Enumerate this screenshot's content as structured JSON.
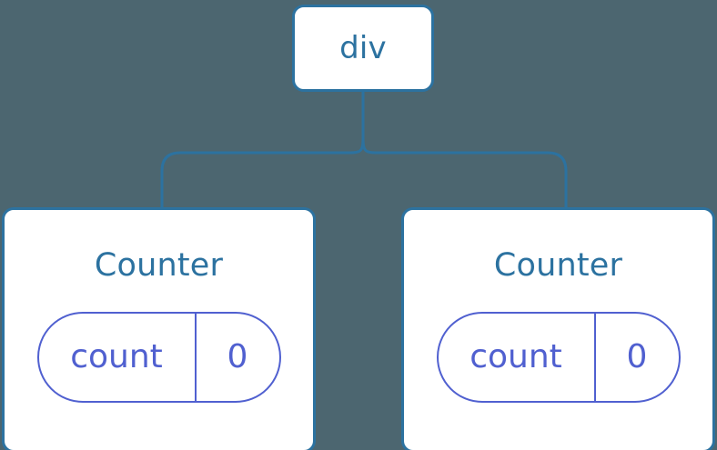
{
  "diagram": {
    "type": "component-tree",
    "background_color": "#4C6670",
    "node_border_color": "#2C72A0",
    "node_text_color": "#2C72A0",
    "state_color": "#5060D0",
    "connector_color": "#2C72A0",
    "root": {
      "label": "div"
    },
    "children": [
      {
        "label": "Counter",
        "state": {
          "key": "count",
          "value": "0"
        }
      },
      {
        "label": "Counter",
        "state": {
          "key": "count",
          "value": "0"
        }
      }
    ]
  }
}
